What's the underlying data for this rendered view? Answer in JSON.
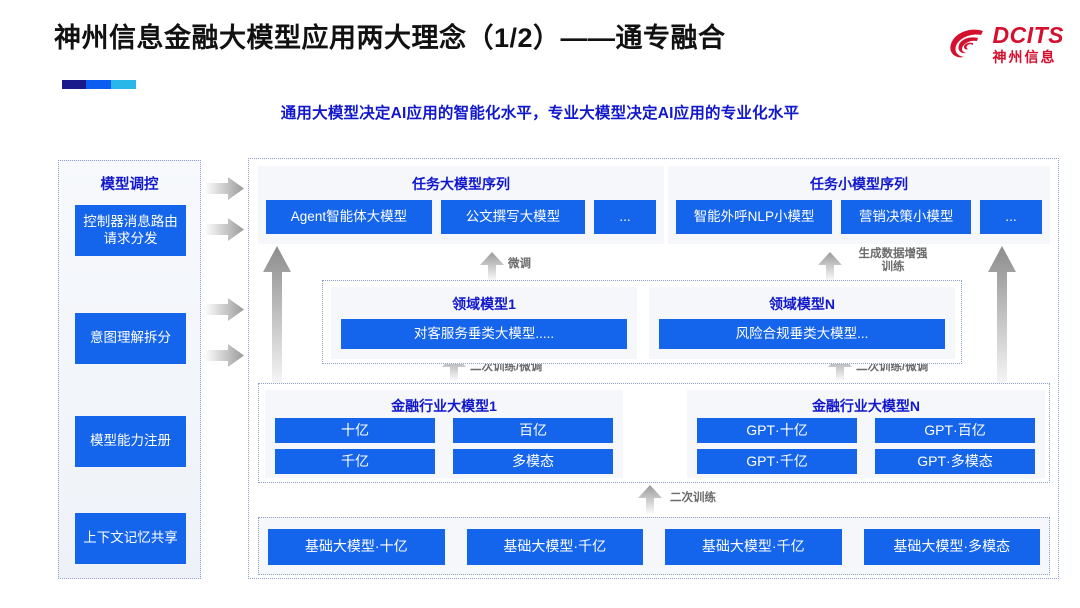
{
  "header": {
    "title": "神州信息金融大模型应用两大理念（1/2）——通专融合",
    "subtitle": "通用大模型决定AI应用的智能化水平，专业大模型决定AI应用的专业化水平",
    "accent_colors": [
      "#1a1a8c",
      "#0b5cf0",
      "#29b6e8"
    ],
    "logo": {
      "mark": "dcits-swoosh-icon",
      "en": "DCITS",
      "cn": "神州信息",
      "color": "#d50f2e"
    }
  },
  "theme": {
    "blue_box": "#1464ec",
    "heading_blue": "#1118cc",
    "panel_bg": "#f5f7fa",
    "dotted_border": "#8aa0c8",
    "arrow_gray": "#9a9a9a"
  },
  "left_panel": {
    "title": "模型调控",
    "items": [
      {
        "label": "控制器消息路由请求分发"
      },
      {
        "label": "意图理解拆分"
      },
      {
        "label": "模型能力注册"
      },
      {
        "label": "上下文记忆共享"
      }
    ]
  },
  "task_sequences": [
    {
      "title": "任务大模型序列",
      "items": [
        "Agent智能体大模型",
        "公文撰写大模型",
        "..."
      ]
    },
    {
      "title": "任务小模型序列",
      "items": [
        "智能外呼NLP小模型",
        "营销决策小模型",
        "..."
      ]
    }
  ],
  "domain_models": [
    {
      "title": "领域模型1",
      "item": "对客服务垂类大模型....."
    },
    {
      "title": "领域模型N",
      "item": "风险合规垂类大模型..."
    }
  ],
  "industry_models": [
    {
      "title": "金融行业大模型1",
      "items": [
        "十亿",
        "百亿",
        "千亿",
        "多模态"
      ]
    },
    {
      "title": "金融行业大模型N",
      "items": [
        "GPT·十亿",
        "GPT·百亿",
        "GPT·千亿",
        "GPT·多模态"
      ]
    }
  ],
  "base_models": {
    "items": [
      "基础大模型·十亿",
      "基础大模型·千亿",
      "基础大模型·千亿",
      "基础大模型·多模态"
    ]
  },
  "flow_labels": {
    "finetune_left": "微调",
    "data_augment_right": "生成数据增强\n训练",
    "retrain_finetune_left": "二次训练/微调",
    "retrain_finetune_right": "二次训练/微调",
    "retrain_center": "二次训练"
  }
}
